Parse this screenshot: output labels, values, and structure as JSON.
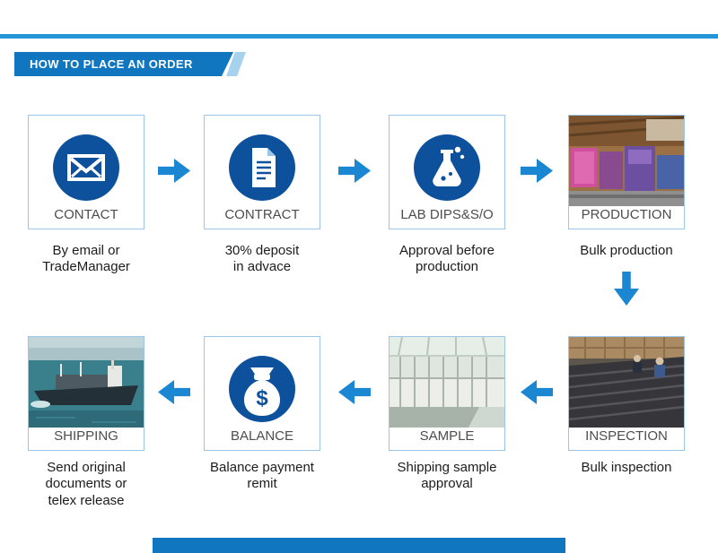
{
  "header": {
    "title": "HOW TO PLACE AN ORDER"
  },
  "steps": [
    {
      "label": "CONTACT",
      "desc": "By email or\nTradeManager",
      "icon": "envelope-icon"
    },
    {
      "label": "CONTRACT",
      "desc": "30% deposit\nin advace",
      "icon": "document-icon"
    },
    {
      "label": "LAB DIPS&S/O",
      "desc": "Approval before\nproduction",
      "icon": "flask-icon"
    },
    {
      "label": "PRODUCTION",
      "desc": "Bulk production",
      "photo": "factory-production-photo"
    },
    {
      "label": "INSPECTION",
      "desc": "Bulk inspection",
      "photo": "board-inspection-photo"
    },
    {
      "label": "SAMPLE",
      "desc": "Shipping sample\napproval",
      "photo": "warehouse-sample-photo"
    },
    {
      "label": "BALANCE",
      "desc": "Balance payment\nremit",
      "icon": "money-bag-icon"
    },
    {
      "label": "SHIPPING",
      "desc": "Send original\ndocuments or\ntelex release",
      "photo": "cargo-ship-photo"
    }
  ],
  "colors": {
    "accent_blue": "#1176c0",
    "arrow_blue": "#1b86d1",
    "circle_blue": "#0d509c",
    "border_blue": "#9cc6e8",
    "top_line_blue": "#2496d8"
  }
}
